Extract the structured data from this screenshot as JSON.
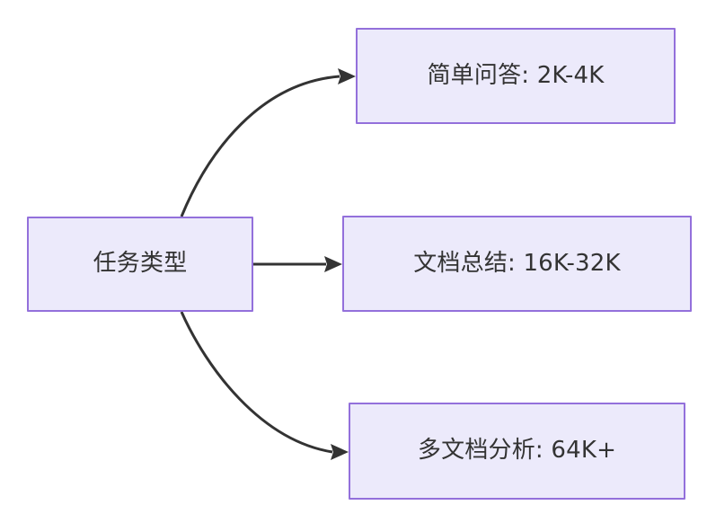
{
  "diagram": {
    "type": "flowchart",
    "direction": "left-to-right",
    "background_color": "#FFFFFF",
    "node_fill_color": "#ECEAFB",
    "node_border_color": "#9370DB",
    "text_color": "#333333",
    "edge_color": "#333333",
    "nodes": [
      {
        "id": "root",
        "label": "任务类型"
      },
      {
        "id": "simple_qa",
        "label": "简单问答: 2K-4K"
      },
      {
        "id": "doc_sum",
        "label": "文档总结: 16K-32K"
      },
      {
        "id": "multi_doc",
        "label": "多文档分析: 64K+"
      }
    ],
    "edges": [
      {
        "from": "root",
        "to": "simple_qa",
        "label": "",
        "style": "curved",
        "arrow": "arrow-head-icon"
      },
      {
        "from": "root",
        "to": "doc_sum",
        "label": "",
        "style": "straight",
        "arrow": "arrow-head-icon"
      },
      {
        "from": "root",
        "to": "multi_doc",
        "label": "",
        "style": "curved",
        "arrow": "arrow-head-icon"
      }
    ]
  }
}
